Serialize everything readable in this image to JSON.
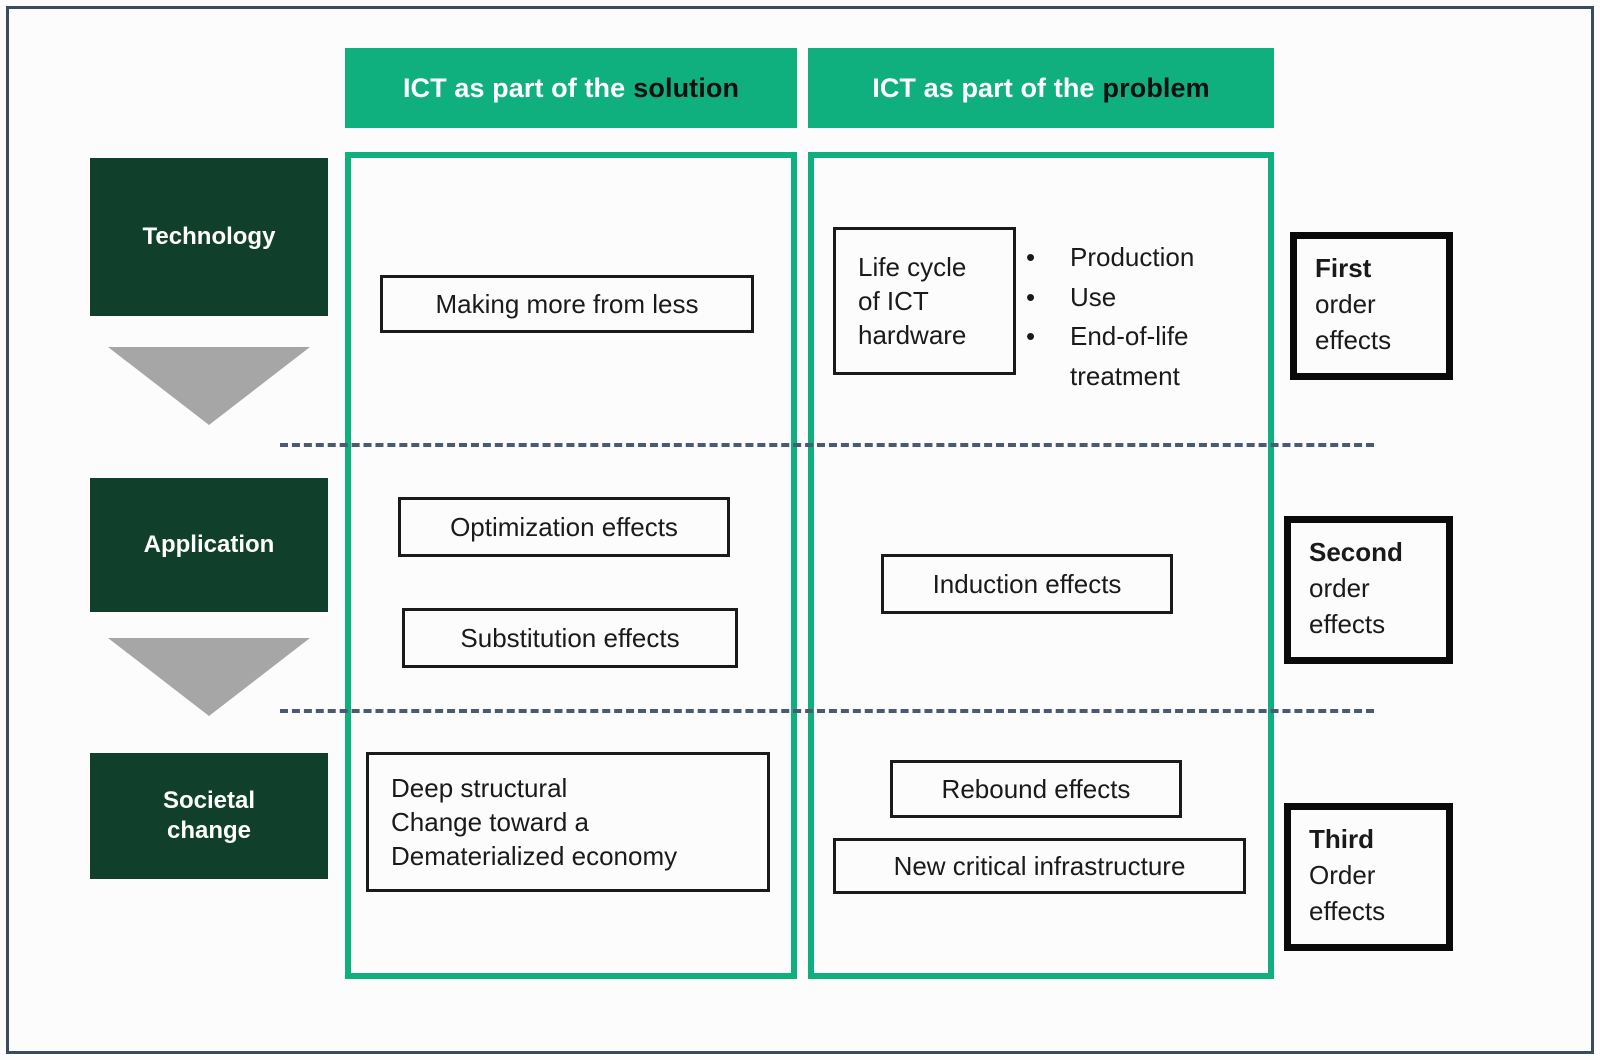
{
  "figure": {
    "outer_border_color": "#3c4a60",
    "background": "#fcfcfc"
  },
  "colors": {
    "accent_green": "#10b07e",
    "dark_green": "#10402b",
    "arrow_gray": "#a6a6a6",
    "dashed_line": "#4a5a72",
    "box_border": "#1a1a1a"
  },
  "columns": [
    {
      "id": "solution",
      "header_prefix": "ICT as part of the",
      "header_emphasis": "solution"
    },
    {
      "id": "problem",
      "header_prefix": "ICT as part of the",
      "header_emphasis": "problem"
    }
  ],
  "levels": [
    {
      "id": "technology",
      "label": "Technology"
    },
    {
      "id": "application",
      "label": "Application"
    },
    {
      "id": "societal",
      "label": "Societal\nchange",
      "line1": "Societal",
      "line2": "change"
    }
  ],
  "solution_items": {
    "technology": {
      "label": "Making more from less"
    },
    "application": {
      "optimization": "Optimization effects",
      "substitution": "Substitution effects"
    },
    "societal": {
      "line1": "Deep structural",
      "line2": "Change toward a",
      "line3": "Dematerialized economy"
    }
  },
  "problem_items": {
    "technology": {
      "lifecycle_line1": "Life cycle",
      "lifecycle_line2": "of ICT",
      "lifecycle_line3": "hardware",
      "bullet_glyph": "•",
      "bullets": [
        "Production",
        "Use",
        "End-of-life treatment"
      ]
    },
    "application": {
      "induction": "Induction effects"
    },
    "societal": {
      "rebound": "Rebound effects",
      "new_critical": "New critical infrastructure"
    }
  },
  "order_effects": [
    {
      "id": "first",
      "rank": "First",
      "word": "order",
      "suffix": "effects"
    },
    {
      "id": "second",
      "rank": "Second",
      "word": "order",
      "suffix": "effects"
    },
    {
      "id": "third",
      "rank": "Third",
      "word": "Order",
      "suffix": "effects"
    }
  ]
}
